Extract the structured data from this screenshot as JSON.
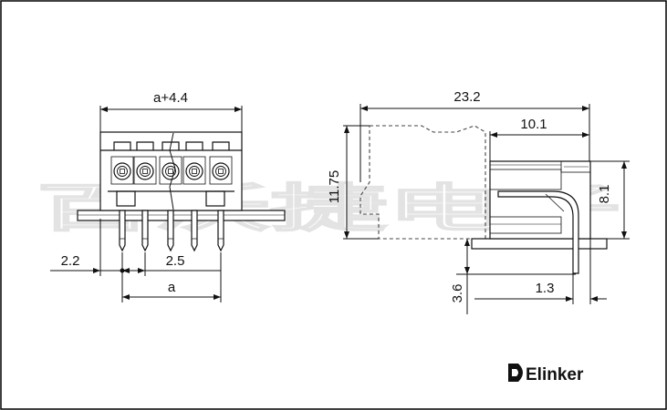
{
  "diagram": {
    "front_view": {
      "overall_width_label": "a+4.4",
      "edge_offset_label": "2.2",
      "pitch_label": "2.5",
      "span_label": "a"
    },
    "side_view": {
      "length_label": "23.2",
      "depth_label": "10.1",
      "height_label": "11.75",
      "header_height_label": "8.1",
      "pin_length_label": "3.6",
      "pin_offset_label": "1.3"
    },
    "watermark": {
      "text": "百沃捷电子"
    },
    "brand": {
      "name": "Elinker"
    }
  }
}
